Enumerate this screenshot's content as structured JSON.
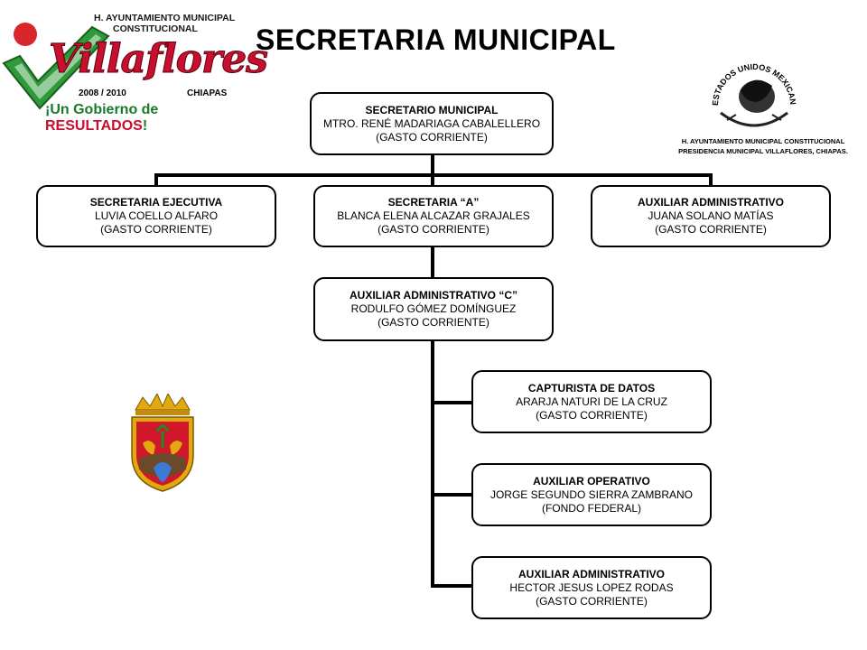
{
  "page_title": "SECRETARIA MUNICIPAL",
  "logo": {
    "line1": "H. AYUNTAMIENTO MUNICIPAL",
    "line2": "CONSTITUCIONAL",
    "brand": "Villaflores",
    "years": "2008 / 2010",
    "state": "CHIAPAS",
    "slogan_prefix": "¡Un Gobierno de ",
    "slogan_highlight": "RESULTADOS",
    "slogan_suffix": "!"
  },
  "seal": {
    "ring_text": "ESTADOS UNIDOS MEXICANOS",
    "caption_line1": "H. AYUNTAMIENTO MUNICIPAL CONSTITUCIONAL",
    "caption_line2": "PRESIDENCIA MUNICIPAL VILLAFLORES, CHIAPAS."
  },
  "org": {
    "root": {
      "title": "SECRETARIO MUNICIPAL",
      "name": "MTRO. RENÉ MADARIAGA CABALELLERO",
      "fund": "(GASTO CORRIENTE)"
    },
    "ejecutiva": {
      "title": "SECRETARIA EJECUTIVA",
      "name": "LUVIA COELLO ALFARO",
      "fund": "(GASTO CORRIENTE)"
    },
    "secretaria_a": {
      "title": "SECRETARIA “A”",
      "name": "BLANCA ELENA ALCAZAR GRAJALES",
      "fund": "(GASTO CORRIENTE)"
    },
    "aux_admin_top": {
      "title": "AUXILIAR ADMINISTRATIVO",
      "name": "JUANA SOLANO MATÍAS",
      "fund": "(GASTO CORRIENTE)"
    },
    "aux_admin_c": {
      "title": "AUXILIAR ADMINISTRATIVO “C”",
      "name": "RODULFO GÓMEZ DOMÍNGUEZ",
      "fund": "(GASTO CORRIENTE)"
    },
    "capturista": {
      "title": "CAPTURISTA DE DATOS",
      "name": "ARARJA NATURI DE LA CRUZ",
      "fund": "(GASTO CORRIENTE)"
    },
    "aux_operativo": {
      "title": "AUXILIAR OPERATIVO",
      "name": "JORGE SEGUNDO SIERRA ZAMBRANO",
      "fund": "(FONDO FEDERAL)"
    },
    "aux_admin_bottom": {
      "title": "AUXILIAR ADMINISTRATIVO",
      "name": "HECTOR JESUS LOPEZ RODAS",
      "fund": "(GASTO CORRIENTE)"
    }
  }
}
